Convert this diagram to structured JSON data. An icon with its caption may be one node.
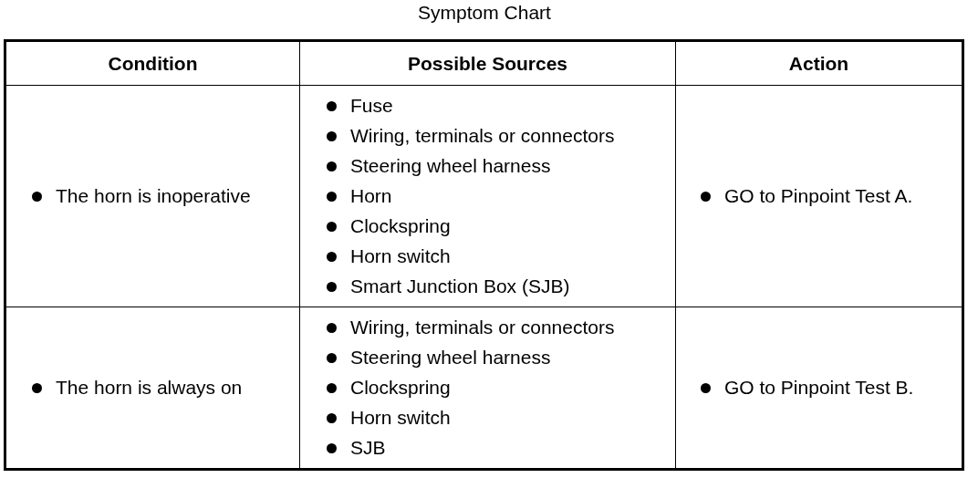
{
  "diagram": {
    "title": "Symptom Chart",
    "labels": [
      "Condition",
      "Possible Sources",
      "Action",
      "The horn is inoperative",
      "Fuse",
      "Wiring, terminals or connectors",
      "Steering wheel harness",
      "Horn",
      "Clockspring",
      "Horn switch",
      "Smart Junction Box (SJB)",
      "GO to Pinpoint Test A.",
      "The horn is always on",
      "Wiring, terminals or connectors",
      "Steering wheel harness",
      "Clockspring",
      "Horn switch",
      "SJB",
      "GO to Pinpoint Test B."
    ]
  }
}
